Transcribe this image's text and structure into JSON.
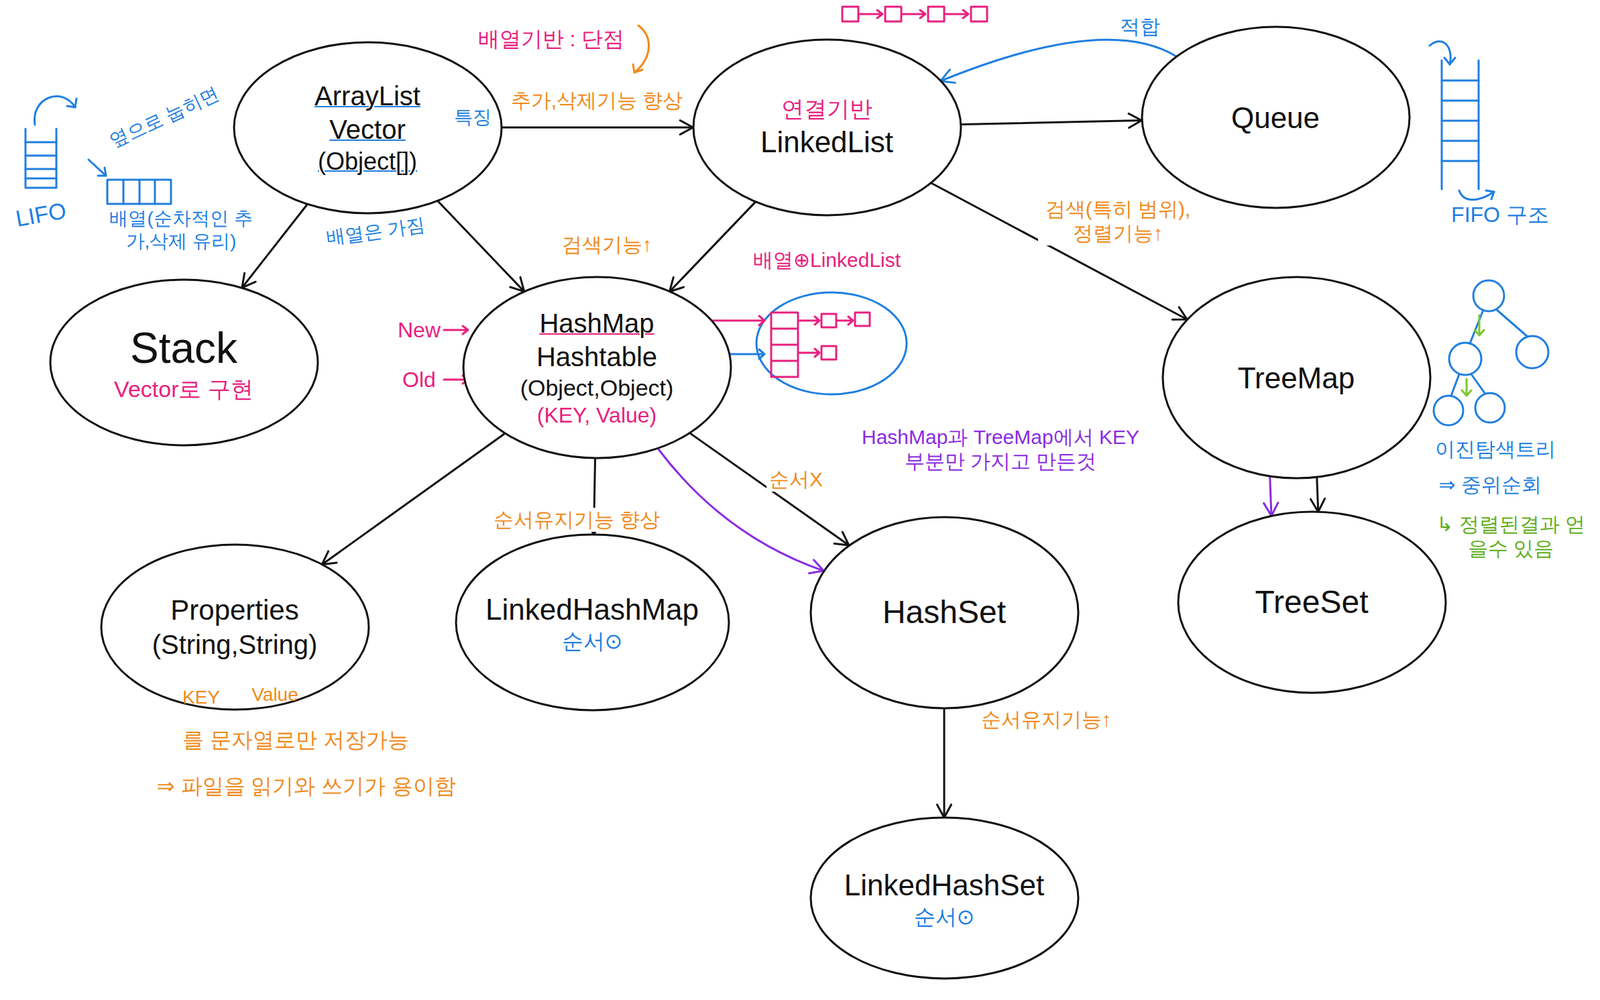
{
  "diagram": {
    "nodes": [
      {
        "text": [
          "ArrayList",
          "Vector",
          "(Object[])"
        ]
      },
      {
        "text": [
          "연결기반",
          "LinkedList"
        ]
      },
      {
        "text": [
          "Queue"
        ]
      },
      {
        "text": [
          "Stack",
          "Vector로 구현"
        ]
      },
      {
        "text": [
          "HashMap",
          "Hashtable",
          "(Object,Object)",
          "(KEY, Value)"
        ]
      },
      {
        "text": [
          "TreeMap"
        ]
      },
      {
        "text": [
          "Properties",
          "(String,String)"
        ]
      },
      {
        "text": [
          "LinkedHashMap",
          "순서⊙"
        ]
      },
      {
        "text": [
          "HashSet"
        ]
      },
      {
        "text": [
          "TreeSet"
        ]
      },
      {
        "text": [
          "LinkedHashSet",
          "순서⊙"
        ]
      }
    ],
    "edges": [
      {
        "from": 0,
        "to": 1,
        "arrow": "to",
        "label": "추가,삭제기능 향상"
      },
      {
        "from": 1,
        "to": 2,
        "arrow": "to"
      },
      {
        "from": 2,
        "to": 1,
        "arrow": "to",
        "label": "적합"
      },
      {
        "from": 0,
        "to": 3,
        "arrow": "to"
      },
      {
        "from": 0,
        "to": 4,
        "arrow": "to",
        "label": "검색기능↑"
      },
      {
        "from": 1,
        "to": 4,
        "arrow": "to"
      },
      {
        "from": 1,
        "to": 5,
        "arrow": "to",
        "label": "검색(특히 범위), 정렬기능↑"
      },
      {
        "from": 4,
        "to": 6,
        "arrow": "to"
      },
      {
        "from": 4,
        "to": 7,
        "arrow": "to",
        "label": "순서유지기능 향상"
      },
      {
        "from": 4,
        "to": 8,
        "arrow": "to",
        "label": "순서X"
      },
      {
        "from": 4,
        "to": 8,
        "arrow": "to"
      },
      {
        "from": 5,
        "to": 9,
        "arrow": "to"
      },
      {
        "from": 5,
        "to": 9,
        "arrow": "to"
      },
      {
        "from": 8,
        "to": 10,
        "arrow": "to",
        "label": "순서유지기능↑"
      }
    ],
    "labels": [
      "LIFO",
      "옆으로 눕히면",
      "배열(순차적인 추가,삭제 유리)",
      "특징",
      "배열은 가짐",
      "배열기반 : 단점",
      "New",
      "Old",
      "배열⊕LinkedList",
      "HashMap과 TreeMap에서 KEY부분만 가지고 만든것",
      "FIFO 구조",
      "이진탐색트리",
      "⇒ 중위순회",
      "↳ 정렬된결과 얻을수 있음",
      "KEY",
      "Value",
      "를 문자열로만 저장가능",
      "⇒ 파일을 읽기와 쓰기가 용이함"
    ]
  }
}
